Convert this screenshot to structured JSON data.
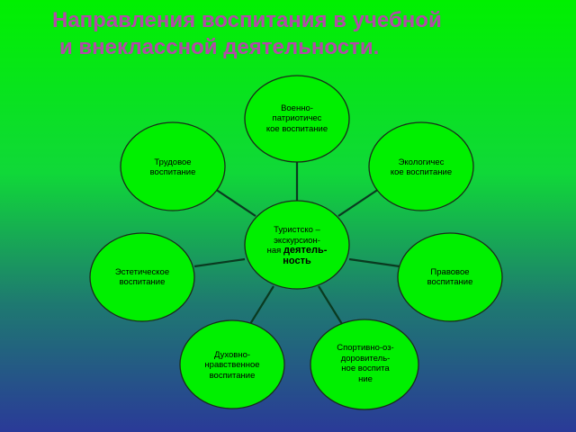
{
  "title": {
    "line1": "Направления  воспитания в учебной",
    "line2": "и внеклассной деятельности."
  },
  "nodes": {
    "center": {
      "line1": "Туристско –\nэкскурсион-\nная ",
      "line1_big": "деятель-\nность"
    },
    "military": "Военно-\nпатриотичес\nкое воспитание",
    "labor": "Трудовое\nвоспитание",
    "ecology": "Экологичес\nкое воспитание",
    "aesthetic": "Эстетическое\nвоспитание",
    "legal": "Правовое\nвоспитание",
    "moral": "Духовно-\nнравственное\nвоспитание",
    "sport": "Спортивно-оз-\nдоровитель-\nное воспита\nние"
  },
  "colors": {
    "node_fill": "#00f000",
    "title": "#b24aa8"
  }
}
